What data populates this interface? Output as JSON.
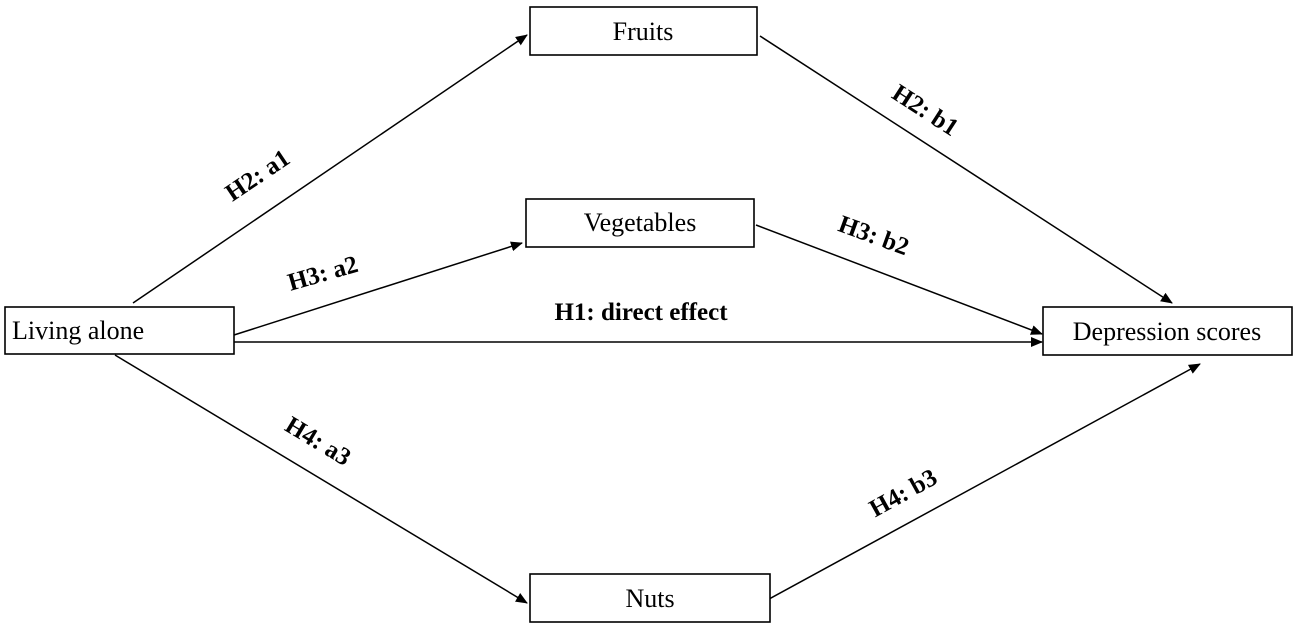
{
  "nodes": {
    "living_alone": "Living alone",
    "fruits": "Fruits",
    "vegetables": "Vegetables",
    "nuts": "Nuts",
    "depression_scores": "Depression scores"
  },
  "paths": {
    "h1_direct": "H1: direct effect",
    "h2_a1": "H2: a1",
    "h2_b1": "H2: b1",
    "h3_a2": "H3: a2",
    "h3_b2": "H3: b2",
    "h4_a3": "H4: a3",
    "h4_b3": "H4: b3"
  },
  "colors": {
    "stroke": "#000000",
    "background": "#ffffff"
  }
}
